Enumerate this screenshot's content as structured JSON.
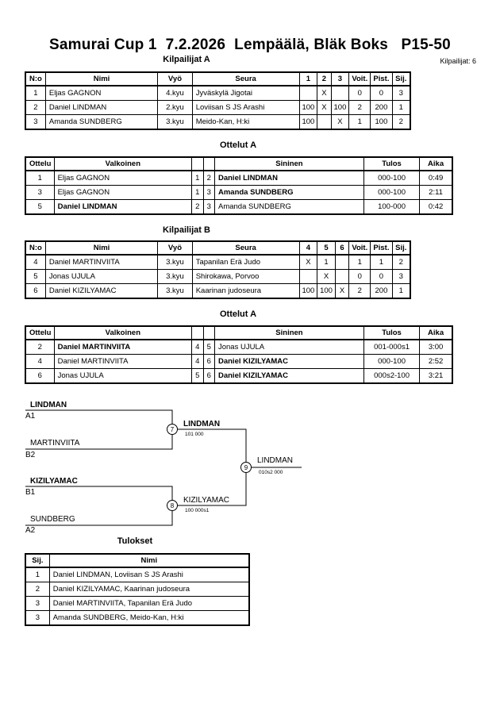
{
  "header": {
    "title": "Samurai Cup 1  7.2.2026  Lempäälä, Bläk Boks   P15-50",
    "competitors_count": "Kilpailijat: 6"
  },
  "pool_a": {
    "title": "Kilpailijat A",
    "headers": [
      "N:o",
      "Nimi",
      "Vyö",
      "Seura",
      "1",
      "2",
      "3",
      "Voit.",
      "Pist.",
      "Sij."
    ],
    "rows": [
      {
        "no": "1",
        "name": "Eljas GAGNON",
        "belt": "4.kyu",
        "club": "Jyväskylä Jigotai",
        "r1": "",
        "r2": "X",
        "r3": "",
        "wins": "0",
        "pts": "0",
        "place": "3"
      },
      {
        "no": "2",
        "name": "Daniel LINDMAN",
        "belt": "2.kyu",
        "club": "Loviisan S JS Arashi",
        "r1": "100",
        "r2": "X",
        "r3": "100",
        "wins": "2",
        "pts": "200",
        "place": "1"
      },
      {
        "no": "3",
        "name": "Amanda SUNDBERG",
        "belt": "3.kyu",
        "club": "Meido-Kan, H:ki",
        "r1": "100",
        "r2": "",
        "r3": "X",
        "wins": "1",
        "pts": "100",
        "place": "2"
      }
    ]
  },
  "matches_a": {
    "title": "Ottelut A",
    "headers": [
      "Ottelu",
      "Valkoinen",
      "",
      "",
      "Sininen",
      "Tulos",
      "Aika"
    ],
    "rows": [
      {
        "match": "1",
        "white": "Eljas GAGNON",
        "wn": "1",
        "bn": "2",
        "blue": "Daniel LINDMAN",
        "result": "000-100",
        "time": "0:49",
        "winner": "blue"
      },
      {
        "match": "3",
        "white": "Eljas GAGNON",
        "wn": "1",
        "bn": "3",
        "blue": "Amanda SUNDBERG",
        "result": "000-100",
        "time": "2:11",
        "winner": "blue"
      },
      {
        "match": "5",
        "white": "Daniel LINDMAN",
        "wn": "2",
        "bn": "3",
        "blue": "Amanda SUNDBERG",
        "result": "100-000",
        "time": "0:42",
        "winner": "white"
      }
    ]
  },
  "pool_b": {
    "title": "Kilpailijat B",
    "headers": [
      "N:o",
      "Nimi",
      "Vyö",
      "Seura",
      "4",
      "5",
      "6",
      "Voit.",
      "Pist.",
      "Sij."
    ],
    "rows": [
      {
        "no": "4",
        "name": "Daniel MARTINVIITA",
        "belt": "3.kyu",
        "club": "Tapanilan Erä Judo",
        "r1": "X",
        "r2": "1",
        "r3": "",
        "wins": "1",
        "pts": "1",
        "place": "2"
      },
      {
        "no": "5",
        "name": "Jonas UJULA",
        "belt": "3.kyu",
        "club": "Shirokawa, Porvoo",
        "r1": "",
        "r2": "X",
        "r3": "",
        "wins": "0",
        "pts": "0",
        "place": "3"
      },
      {
        "no": "6",
        "name": "Daniel KIZILYAMAC",
        "belt": "3.kyu",
        "club": "Kaarinan judoseura",
        "r1": "100",
        "r2": "100",
        "r3": "X",
        "wins": "2",
        "pts": "200",
        "place": "1"
      }
    ]
  },
  "matches_b": {
    "title": "Ottelut A",
    "headers": [
      "Ottelu",
      "Valkoinen",
      "",
      "",
      "Sininen",
      "Tulos",
      "Aika"
    ],
    "rows": [
      {
        "match": "2",
        "white": "Daniel MARTINVIITA",
        "wn": "4",
        "bn": "5",
        "blue": "Jonas UJULA",
        "result": "001-000s1",
        "time": "3:00",
        "winner": "white"
      },
      {
        "match": "4",
        "white": "Daniel MARTINVIITA",
        "wn": "4",
        "bn": "6",
        "blue": "Daniel KIZILYAMAC",
        "result": "000-100",
        "time": "2:52",
        "winner": "blue"
      },
      {
        "match": "6",
        "white": "Jonas UJULA",
        "wn": "5",
        "bn": "6",
        "blue": "Daniel KIZILYAMAC",
        "result": "000s2-100",
        "time": "3:21",
        "winner": "blue"
      }
    ]
  },
  "bracket": {
    "sf1_top_name": "LINDMAN",
    "sf1_top_seed": "A1",
    "sf1_bottom_name": "MARTINVIITA",
    "sf1_bottom_seed": "B2",
    "sf1_match": "7",
    "sf1_winner": "LINDMAN",
    "sf1_score": "101  000",
    "sf2_top_name": "KIZILYAMAC",
    "sf2_top_seed": "B1",
    "sf2_bottom_name": "SUNDBERG",
    "sf2_bottom_seed": "A2",
    "sf2_match": "8",
    "sf2_winner": "KIZILYAMAC",
    "sf2_score": "100  000s1",
    "final_match": "9",
    "final_winner": "LINDMAN",
    "final_score": "010s2  000"
  },
  "results": {
    "title": "Tulokset",
    "headers": [
      "Sij.",
      "Nimi"
    ],
    "rows": [
      {
        "place": "1",
        "name": "Daniel LINDMAN, Loviisan S JS Arashi"
      },
      {
        "place": "2",
        "name": "Daniel KIZILYAMAC, Kaarinan judoseura"
      },
      {
        "place": "3",
        "name": "Daniel MARTINVIITA, Tapanilan Erä Judo"
      },
      {
        "place": "3",
        "name": "Amanda SUNDBERG, Meido-Kan, H:ki"
      }
    ]
  }
}
